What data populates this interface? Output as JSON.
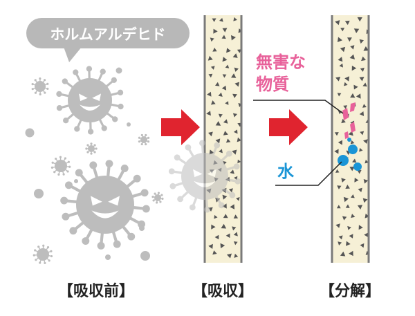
{
  "speech_bubble": {
    "text": "ホルムアルデヒド"
  },
  "annotations": {
    "harmless_line1": "無害な",
    "harmless_line2": "物質",
    "water": "水"
  },
  "captions": {
    "before": "【吸収前】",
    "absorb": "【吸収】",
    "decompose": "【分解】"
  },
  "colors": {
    "virus": "#bdbdbd",
    "virus_dark": "#9e9e9e",
    "face": "#ffffff",
    "filter_fill": "#f6f0d6",
    "filter_border": "#7a7a7a",
    "particle": "#555555",
    "arrow": "#e0242f",
    "harmless": "#e8619a",
    "water": "#1a95d6",
    "caption": "#222222",
    "bubble": "#b8b8b8",
    "bubble_text": "#ffffff"
  },
  "icons": {
    "virus": "virus-icon",
    "arrow": "right-arrow-icon",
    "water_drop": "water-drop-icon",
    "harmless_fragment": "harmless-fragment-icon"
  }
}
